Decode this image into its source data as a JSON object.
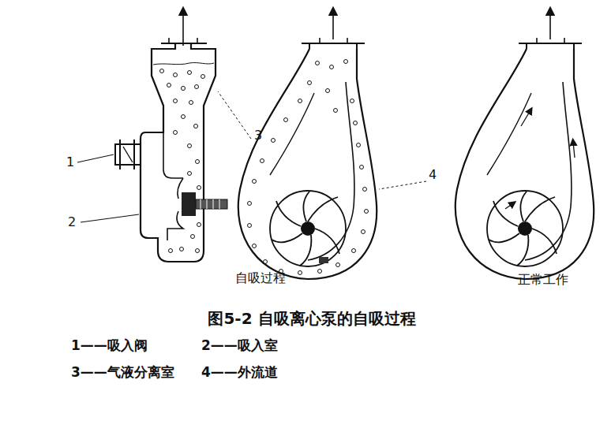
{
  "diagram": {
    "caption": "图5-2 自吸离心泵的自吸过程",
    "labels": [
      "1",
      "2",
      "3",
      "4",
      "自吸过程",
      "正常工作",
      "1——吸入阀",
      "2——吸入室",
      "3——气液分离室",
      "4——外流道"
    ]
  }
}
